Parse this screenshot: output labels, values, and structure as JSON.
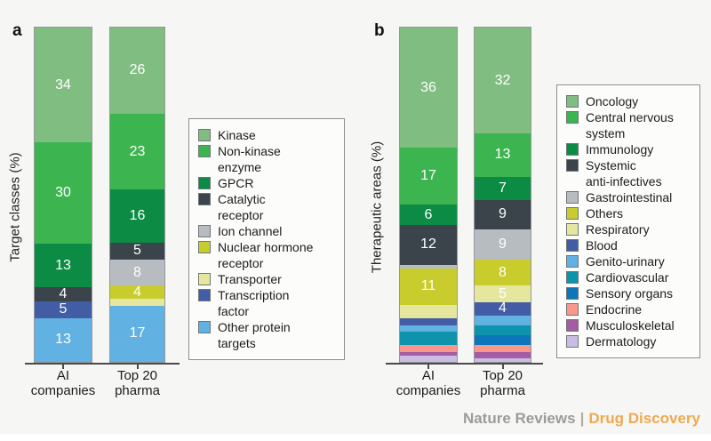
{
  "footer": {
    "left": "Nature Reviews",
    "sep": "|",
    "right": "Drug Discovery",
    "left_color": "#9b9b9b",
    "sep_color": "#b3aca2",
    "right_color": "#efa94f"
  },
  "chart_data": [
    {
      "type": "bar",
      "stacked": true,
      "panel_letter": "a",
      "title": "",
      "xlabel": "",
      "ylabel": "Target classes (%)",
      "ylim": [
        0,
        100
      ],
      "grid": false,
      "legend_position": "right",
      "categories": [
        "AI companies",
        "Top 20 pharma"
      ],
      "category_lines": [
        [
          "AI",
          "companies"
        ],
        [
          "Top 20",
          "pharma"
        ]
      ],
      "series": [
        {
          "name": "Kinase",
          "color": "#80bd81",
          "values": [
            34,
            26
          ],
          "labels": [
            "34",
            "26"
          ]
        },
        {
          "name": "Non-kinase enzyme",
          "legend_label": "Non-kinase\nenzyme",
          "color": "#3cb550",
          "values": [
            30,
            23
          ],
          "labels": [
            "30",
            "23"
          ]
        },
        {
          "name": "GPCR",
          "color": "#0c8b45",
          "values": [
            13,
            16
          ],
          "labels": [
            "13",
            "16"
          ]
        },
        {
          "name": "Catalytic receptor",
          "legend_label": "Catalytic\nreceptor",
          "color": "#3a444a",
          "values": [
            4,
            5
          ],
          "labels": [
            "4",
            "5"
          ]
        },
        {
          "name": "Ion channel",
          "color": "#b7bcc1",
          "values": [
            0,
            8
          ],
          "labels": [
            null,
            "8"
          ]
        },
        {
          "name": "Nuclear hormone receptor",
          "legend_label": "Nuclear hormone\nreceptor",
          "color": "#c8cd2d",
          "values": [
            0,
            4
          ],
          "labels": [
            null,
            "4"
          ]
        },
        {
          "name": "Transporter",
          "color": "#e6e79e",
          "values": [
            0,
            2
          ],
          "labels": [
            null,
            null
          ]
        },
        {
          "name": "Transcription factor",
          "legend_label": "Transcription\nfactor",
          "color": "#425da5",
          "values": [
            5,
            0
          ],
          "labels": [
            "5",
            null
          ]
        },
        {
          "name": "Other protein targets",
          "legend_label": "Other protein\ntargets",
          "color": "#61b2e2",
          "values": [
            13,
            17
          ],
          "labels": [
            "13",
            "17"
          ]
        }
      ]
    },
    {
      "type": "bar",
      "stacked": true,
      "panel_letter": "b",
      "title": "",
      "xlabel": "",
      "ylabel": "Therapeutic areas (%)",
      "ylim": [
        0,
        100
      ],
      "grid": false,
      "legend_position": "right",
      "categories": [
        "AI companies",
        "Top 20 pharma"
      ],
      "category_lines": [
        [
          "AI",
          "companies"
        ],
        [
          "Top 20",
          "pharma"
        ]
      ],
      "series": [
        {
          "name": "Oncology",
          "color": "#80bd81",
          "values": [
            36,
            32
          ],
          "labels": [
            "36",
            "32"
          ]
        },
        {
          "name": "Central nervous system",
          "legend_label": "Central nervous\nsystem",
          "color": "#3cb550",
          "values": [
            17,
            13
          ],
          "labels": [
            "17",
            "13"
          ]
        },
        {
          "name": "Immunology",
          "color": "#0c8b45",
          "values": [
            6,
            7
          ],
          "labels": [
            "6",
            "7"
          ]
        },
        {
          "name": "Systemic anti-infectives",
          "legend_label": "Systemic\nanti-infectives",
          "color": "#3a444a",
          "values": [
            12,
            9
          ],
          "labels": [
            "12",
            "9"
          ]
        },
        {
          "name": "Gastrointestinal",
          "color": "#b7bcc1",
          "values": [
            1,
            9
          ],
          "labels": [
            null,
            "9"
          ]
        },
        {
          "name": "Others",
          "color": "#c8cd2d",
          "values": [
            11,
            8
          ],
          "labels": [
            "11",
            "8"
          ]
        },
        {
          "name": "Respiratory",
          "color": "#e6e79e",
          "values": [
            4,
            5
          ],
          "labels": [
            null,
            "5"
          ]
        },
        {
          "name": "Blood",
          "color": "#425da5",
          "values": [
            2,
            4
          ],
          "labels": [
            null,
            "4"
          ]
        },
        {
          "name": "Genito-urinary",
          "color": "#61b2e2",
          "values": [
            2,
            3
          ],
          "labels": [
            null,
            null
          ]
        },
        {
          "name": "Cardiovascular",
          "color": "#0e93ad",
          "values": [
            4,
            3
          ],
          "labels": [
            null,
            null
          ]
        },
        {
          "name": "Sensory organs",
          "color": "#0d76b8",
          "values": [
            0,
            3
          ],
          "labels": [
            null,
            null
          ]
        },
        {
          "name": "Endocrine",
          "color": "#fa978d",
          "values": [
            2,
            2
          ],
          "labels": [
            null,
            null
          ]
        },
        {
          "name": "Musculoskeletal",
          "color": "#a45ca2",
          "values": [
            1,
            2
          ],
          "labels": [
            null,
            null
          ]
        },
        {
          "name": "Dermatology",
          "color": "#cabce2",
          "values": [
            2,
            1
          ],
          "labels": [
            null,
            null
          ]
        }
      ]
    }
  ]
}
